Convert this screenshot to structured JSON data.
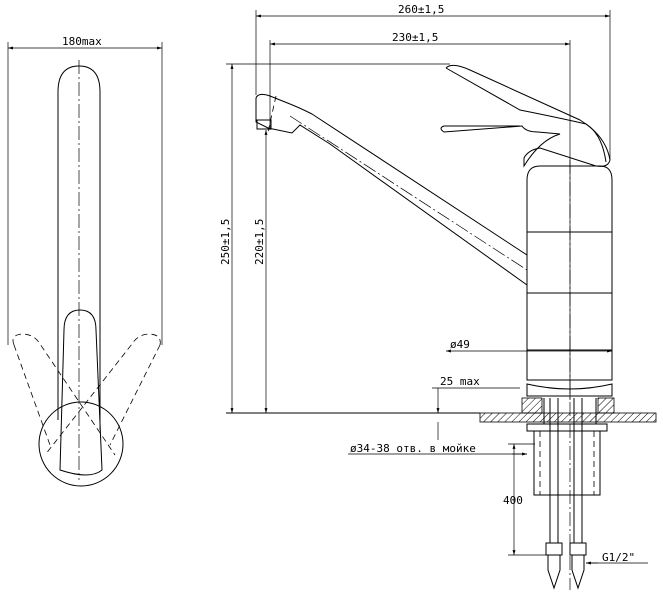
{
  "dimensions": {
    "top_view_width": "180max",
    "overall_length": "260±1,5",
    "spout_reach": "230±1,5",
    "total_height": "250±1,5",
    "spout_height": "220±1,5",
    "body_diameter": "ø49",
    "counter_thickness": "25 max",
    "sink_hole": "ø34-38 отв. в мойке",
    "hose_length": "400",
    "thread": "G1/2\""
  },
  "colors": {
    "line": "#000000",
    "background": "#ffffff"
  }
}
